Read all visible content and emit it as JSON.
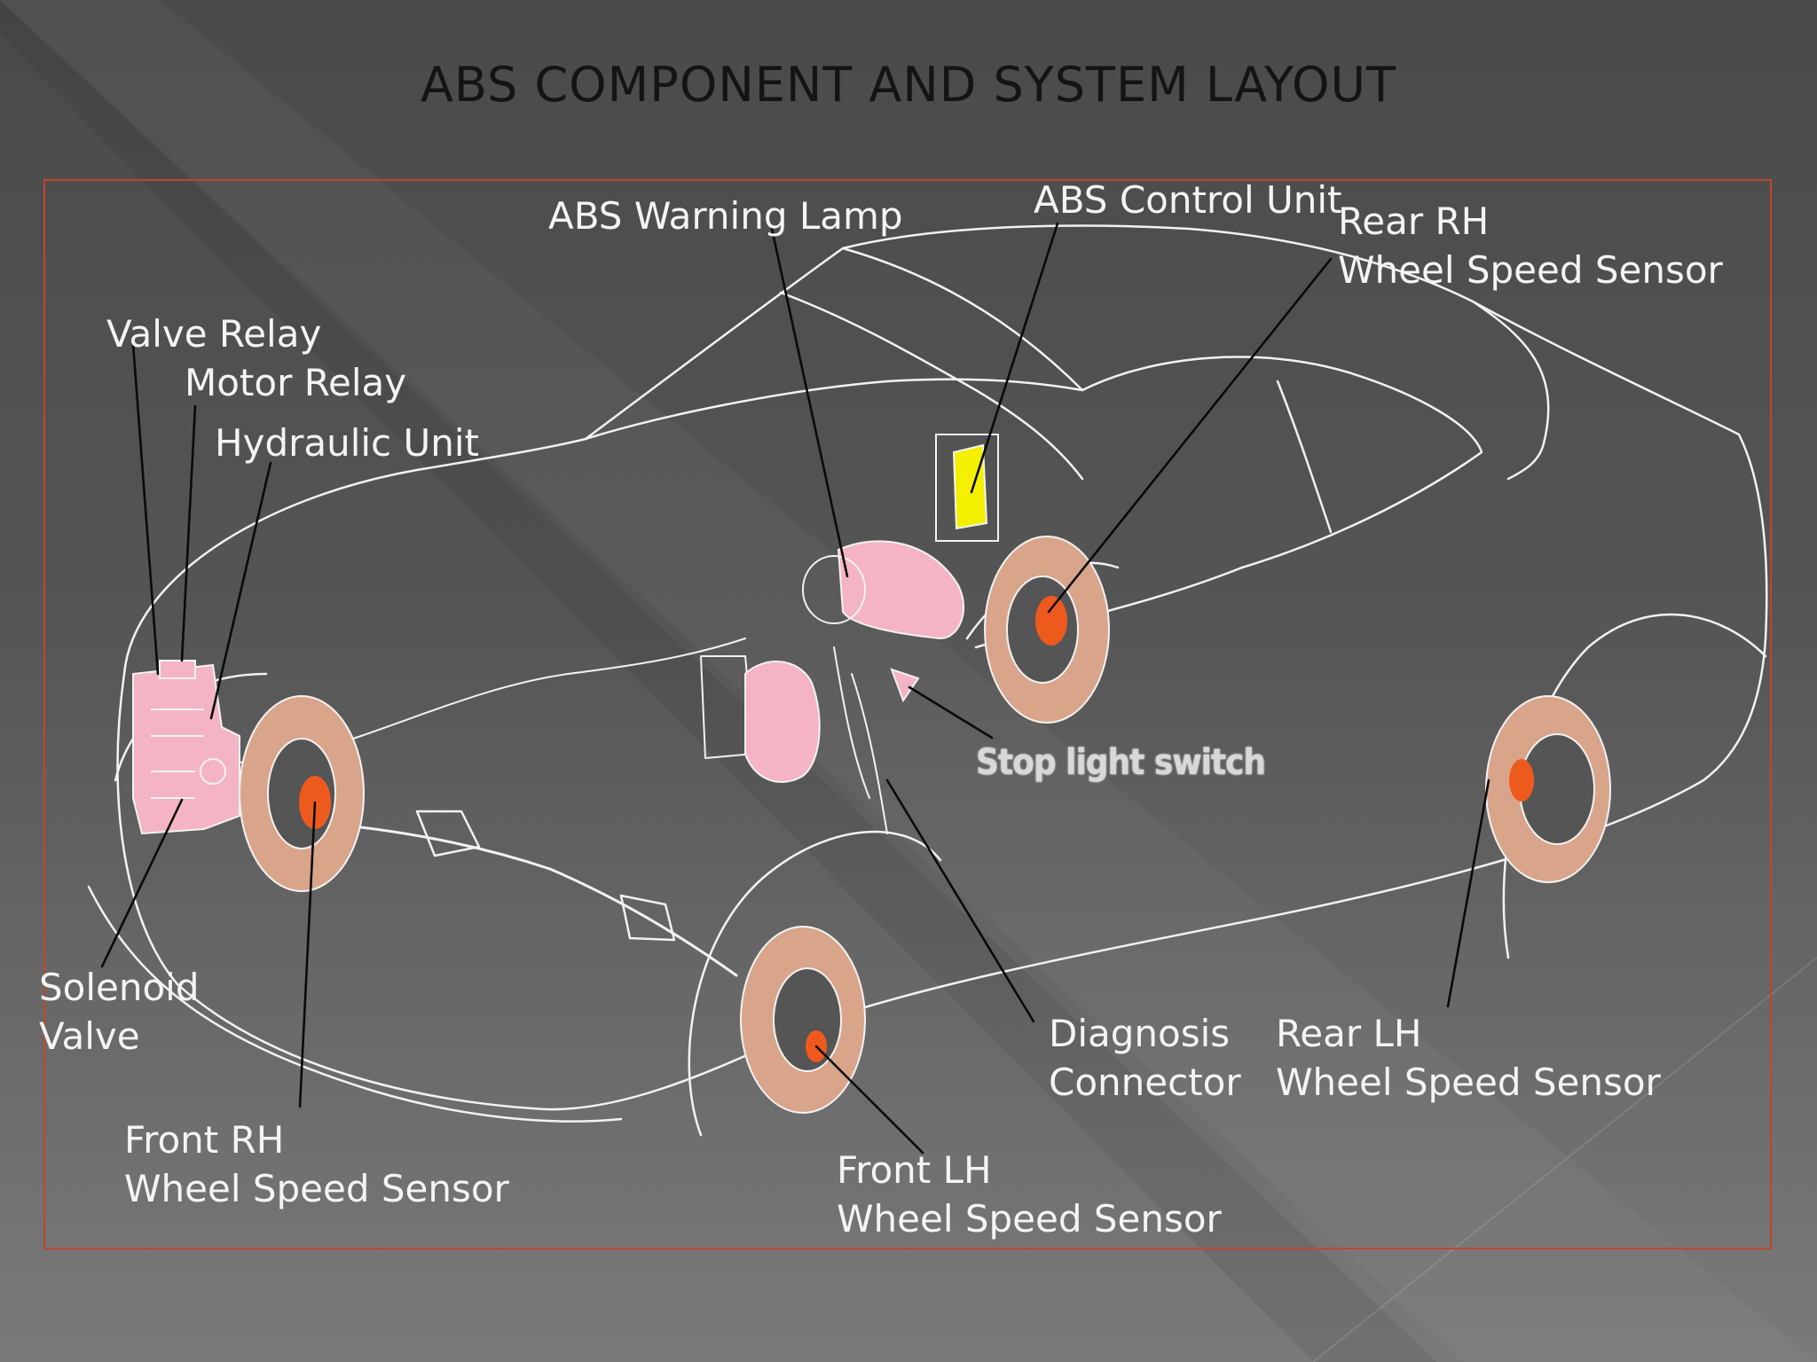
{
  "title": "ABS COMPONENT AND SYSTEM LAYOUT",
  "colors": {
    "frame": "#c0462a",
    "outline": "#f2f2f2",
    "component_pink": "#f4b4c4",
    "disc": "#d9a58a",
    "sensor": "#ee5a1e",
    "control_unit": "#f4f000"
  },
  "labels": {
    "abs_warning_lamp": "ABS Warning Lamp",
    "abs_control_unit": "ABS Control Unit",
    "rear_rh_line1": "Rear RH",
    "rear_rh_line2": "Wheel Speed Sensor",
    "valve_relay": "Valve Relay",
    "motor_relay": "Motor Relay",
    "hydraulic_unit": "Hydraulic Unit",
    "stop_light_switch": "Stop light switch",
    "solenoid_line1": "Solenoid",
    "solenoid_line2": "Valve",
    "diagnosis_line1": "Diagnosis",
    "diagnosis_line2": "Connector",
    "rear_lh_line1": "Rear LH",
    "rear_lh_line2": "Wheel Speed Sensor",
    "front_rh_line1": "Front RH",
    "front_rh_line2": "Wheel Speed Sensor",
    "front_lh_line1": "Front LH",
    "front_lh_line2": "Wheel Speed Sensor"
  }
}
